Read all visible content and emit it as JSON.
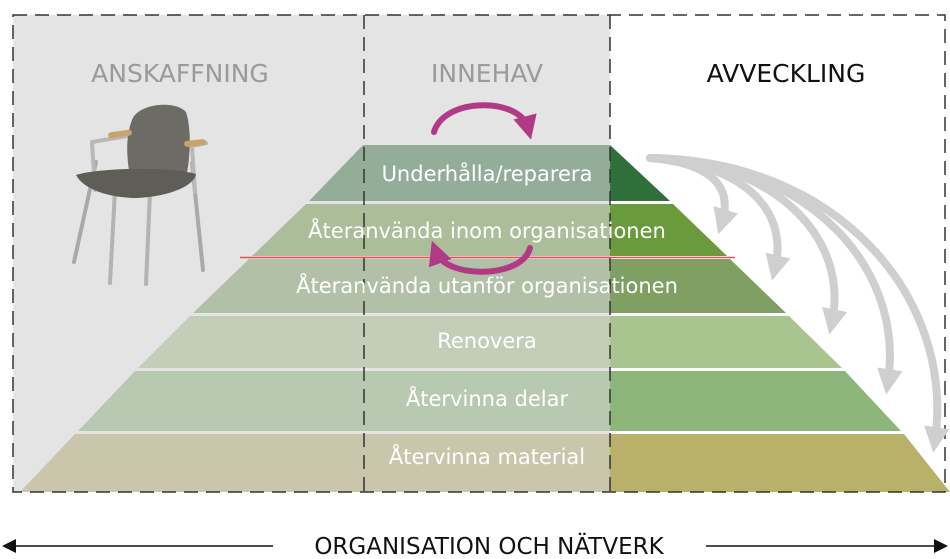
{
  "columns": {
    "anskaffning": "ANSKAFFNING",
    "innehav": "INNEHAV",
    "avveckling": "AVVECKLING"
  },
  "levels": [
    {
      "label": "Underhålla/reparera",
      "color": "#2f6f3a"
    },
    {
      "label": "Återanvända inom organisationen",
      "color": "#6a9a3c"
    },
    {
      "label": "Återanvända utanför organisationen",
      "color": "#7fa062"
    },
    {
      "label": "Renovera",
      "color": "#a9c48e"
    },
    {
      "label": "Återvinna delar",
      "color": "#8db77a"
    },
    {
      "label": "Återvinna material",
      "color": "#b9b06a"
    }
  ],
  "bottom_label": "ORGANISATION OCH NÄTVERK",
  "colors": {
    "shade": "#d9d9d9",
    "arrow_magenta": "#b03a86",
    "arrow_grey": "#cfcfcf",
    "divider_red": "#e0524f"
  },
  "icons": {
    "chair": "chair-icon"
  }
}
